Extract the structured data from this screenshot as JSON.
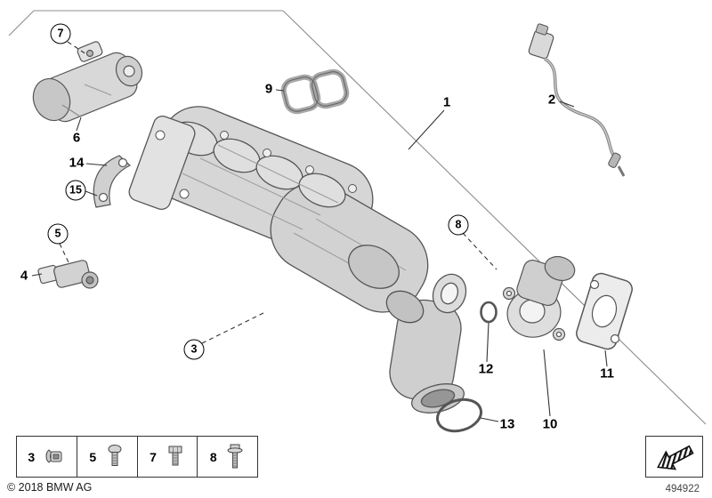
{
  "callouts": {
    "c1": "1",
    "c2": "2",
    "c3": "3",
    "c4": "4",
    "c5": "5",
    "c6": "6",
    "c7": "7",
    "c8": "8",
    "c9": "9",
    "c10": "10",
    "c11": "11",
    "c12": "12",
    "c13": "13",
    "c14": "14",
    "c15": "15"
  },
  "circled_callouts": [
    "3",
    "5",
    "7",
    "8",
    "15"
  ],
  "parts": {
    "main_assembly": "intake-manifold",
    "attachments": [
      "exhaust-temp-sensor",
      "profile-gasket",
      "egr-valve",
      "egr-gasket",
      "egr-oring",
      "outlet-oring",
      "actuator",
      "support-bracket",
      "sensor"
    ]
  },
  "legend": {
    "items": [
      {
        "label": "3",
        "icon": "clip-icon"
      },
      {
        "label": "5",
        "icon": "screw-icon"
      },
      {
        "label": "7",
        "icon": "bolt-icon"
      },
      {
        "label": "8",
        "icon": "flange-bolt-icon"
      }
    ]
  },
  "symbol_box": {
    "icon": "view-direction-arrow-icon"
  },
  "footer": {
    "copyright": "© 2018 BMW AG",
    "diagram_number": "494922"
  },
  "colors": {
    "line": "#555555",
    "part_fill_light": "#d6d6d6",
    "part_fill_mid": "#c7c7c7",
    "frame_line": "#8c8c8c"
  }
}
